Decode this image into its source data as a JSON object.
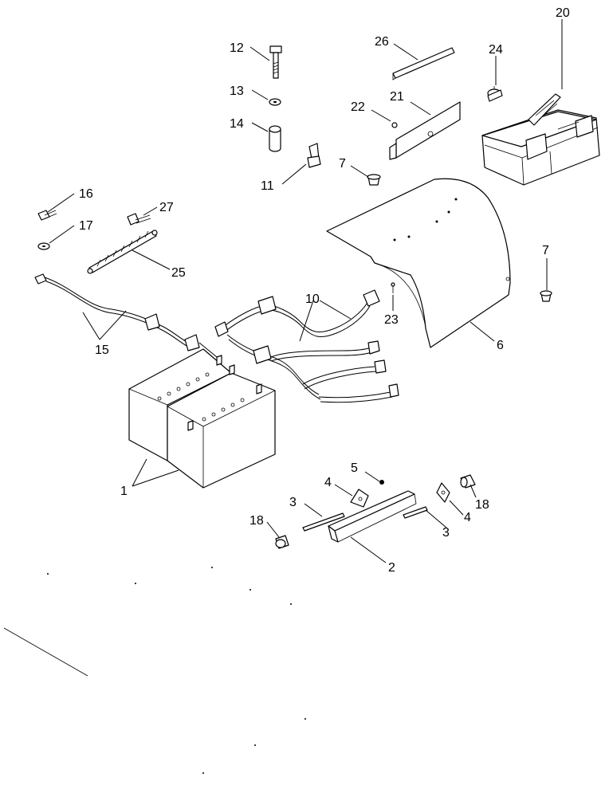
{
  "callouts": {
    "c1": "1",
    "c2": "2",
    "c3a": "3",
    "c3b": "3",
    "c4a": "4",
    "c4b": "4",
    "c5": "5",
    "c6": "6",
    "c7a": "7",
    "c7b": "7",
    "c10": "10",
    "c11": "11",
    "c12": "12",
    "c13": "13",
    "c14": "14",
    "c15": "15",
    "c16": "16",
    "c17": "17",
    "c18a": "18",
    "c18b": "18",
    "c20": "20",
    "c21": "21",
    "c22": "22",
    "c23": "23",
    "c24": "24",
    "c25": "25",
    "c26": "26",
    "c27": "27"
  },
  "icons": {
    "batteries": "battery-pair-icon",
    "toolbox": "toolbox-icon",
    "cover": "battery-cover-icon",
    "cables": "battery-cable-harness-icon",
    "hardware": "bolt-washer-spacer-icon"
  }
}
